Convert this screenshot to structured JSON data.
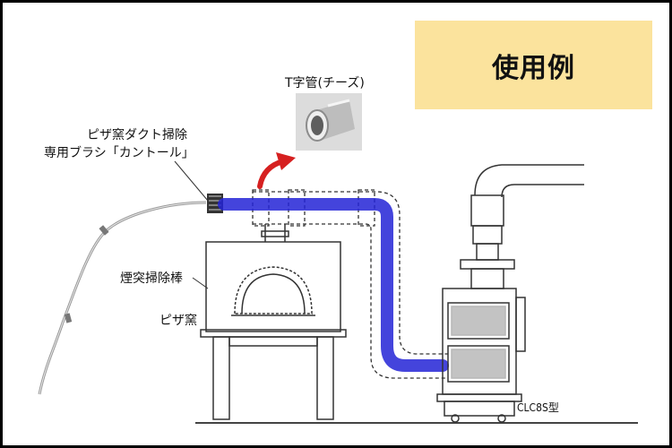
{
  "badge": {
    "title": "使用例"
  },
  "labels": {
    "tee_pipe": "T字管(チーズ)",
    "brush_line1": "ピザ窯ダクト掃除",
    "brush_line2": "専用ブラシ「カントール」",
    "cleaning_rod": "煙突掃除棒",
    "pizza_oven": "ピザ窯",
    "model": "CLC8S型"
  },
  "colors": {
    "background": "#ffffff",
    "frame": "#000000",
    "badge": "#fbe39d",
    "duct_highlight": "#2323d6",
    "arrow": "#d62020",
    "line": "#333333"
  },
  "icons": {
    "arrow": "curved-red-arrow",
    "photo": "tee-pipe-photo"
  }
}
